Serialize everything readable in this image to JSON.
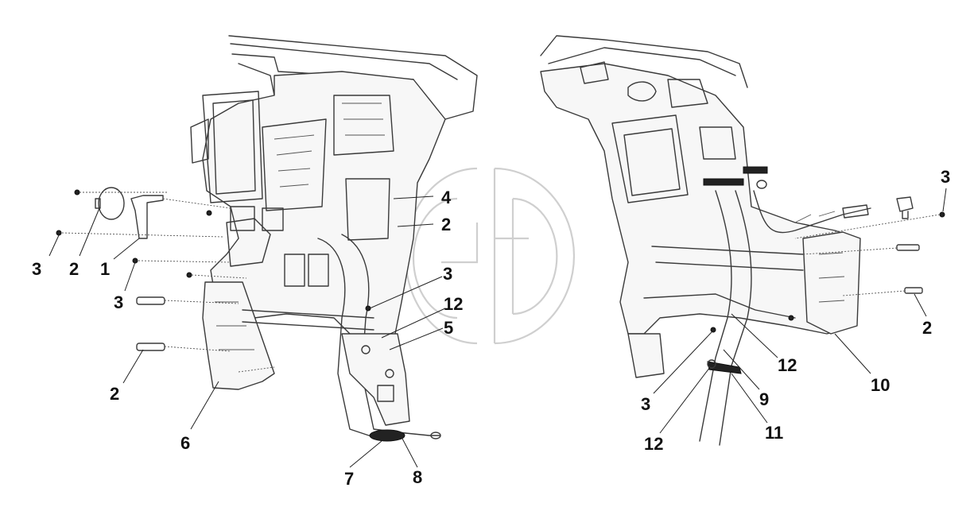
{
  "callouts": {
    "left": {
      "c1": "1",
      "c2a": "2",
      "c2b": "2",
      "c2c": "2",
      "c3a": "3",
      "c3b": "3",
      "c3c": "3",
      "c4": "4",
      "c5": "5",
      "c6": "6",
      "c7": "7",
      "c8": "8",
      "c12": "12"
    },
    "right": {
      "c2": "2",
      "c3a": "3",
      "c3b": "3",
      "c9": "9",
      "c10": "10",
      "c11": "11",
      "c12a": "12",
      "c12b": "12"
    }
  },
  "colors": {
    "line": "#3a3a3a",
    "label": "#111111",
    "watermark": "#cfcfcf",
    "background": "#ffffff"
  }
}
